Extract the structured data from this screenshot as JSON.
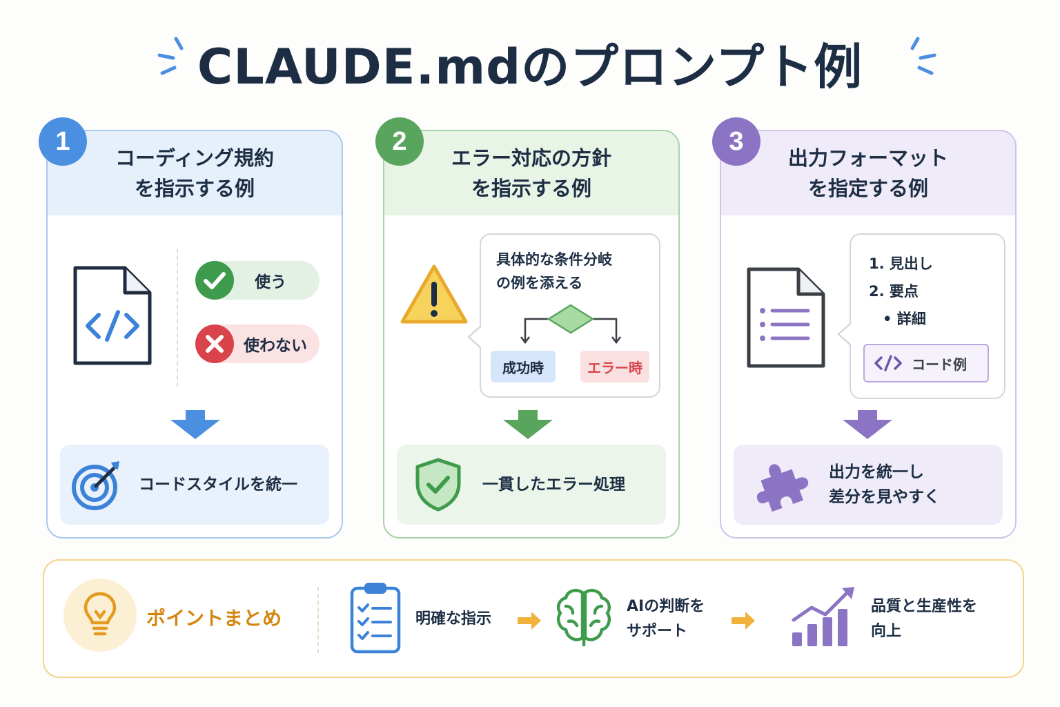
{
  "title": "CLAUDE.mdのプロンプト例",
  "colors": {
    "blue": "#4a8fe0",
    "green": "#5aa55e",
    "purple": "#8c74c4",
    "yellow": "#f0c050",
    "navy": "#1d2e44",
    "red": "#d9444b"
  },
  "cards": [
    {
      "number": "1",
      "heading_line1": "コーディング規約",
      "heading_line2": "を指示する例",
      "icon": "code-file-icon",
      "use_label": "使う",
      "dont_use_label": "使わない",
      "result_icon": "target-icon",
      "result_text": "コードスタイルを統一"
    },
    {
      "number": "2",
      "heading_line1": "エラー対応の方針",
      "heading_line2": "を指示する例",
      "icon": "warning-icon",
      "bubble_line1": "具体的な条件分岐",
      "bubble_line2": "の例を添える",
      "branch_success": "成功時",
      "branch_error": "エラー時",
      "result_icon": "shield-check-icon",
      "result_text": "一貫したエラー処理"
    },
    {
      "number": "3",
      "heading_line1": "出力フォーマット",
      "heading_line2": "を指定する例",
      "icon": "document-list-icon",
      "list_item1": "1. 見出し",
      "list_item2": "2. 要点",
      "list_item3": "• 詳細",
      "code_label": "コード例",
      "result_icon": "puzzle-icon",
      "result_line1": "出力を統一し",
      "result_line2": "差分を見やすく"
    }
  ],
  "summary": {
    "label": "ポイントまとめ",
    "step1": "明確な指示",
    "step2_line1": "AIの判断を",
    "step2_line2": "サポート",
    "step3_line1": "品質と生産性を",
    "step3_line2": "向上"
  }
}
